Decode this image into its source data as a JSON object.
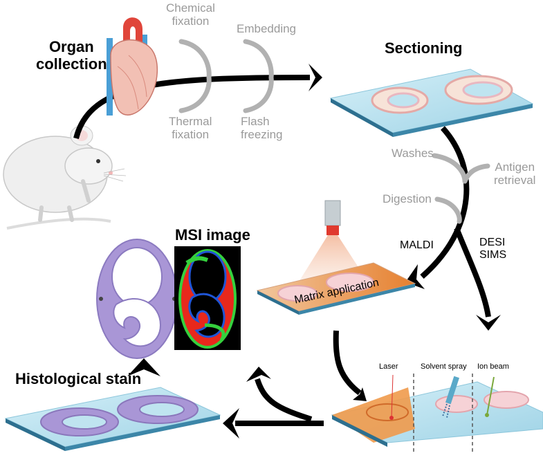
{
  "labels": {
    "organ_collection": "Organ\ncollection",
    "sectioning": "Sectioning",
    "chemical_fixation": "Chemical\nfixation",
    "thermal_fixation": "Thermal\nfixation",
    "embedding": "Embedding",
    "flash_freezing": "Flash\nfreezing",
    "washes": "Washes",
    "digestion": "Digestion",
    "antigen_retrieval": "Antigen\nretrieval",
    "maldi": "MALDI",
    "desi_sims": "DESI\nSIMS",
    "msi_image": "MSI image",
    "matrix_application": "Matrix application",
    "histological_stain": "Histological stain",
    "laser": "Laser",
    "solvent_spray": "Solvent spray",
    "ion_beam": "Ion beam"
  },
  "colors": {
    "arrow": "#000000",
    "optional_step": "#a9a9a9",
    "slide_top": "#bfe4f0",
    "slide_edge": "#2d6f8f",
    "tissue_section": "#f3c9cf",
    "matrix_coating": "#e8893a",
    "histology_stain": "#a996d6",
    "msi_red": "#e8281c",
    "msi_green": "#35d13d",
    "msi_blue": "#1f55d6"
  },
  "icons": [
    "mouse-icon",
    "heart-icon",
    "laser-source-icon",
    "solvent-spray-icon",
    "ion-beam-icon"
  ]
}
